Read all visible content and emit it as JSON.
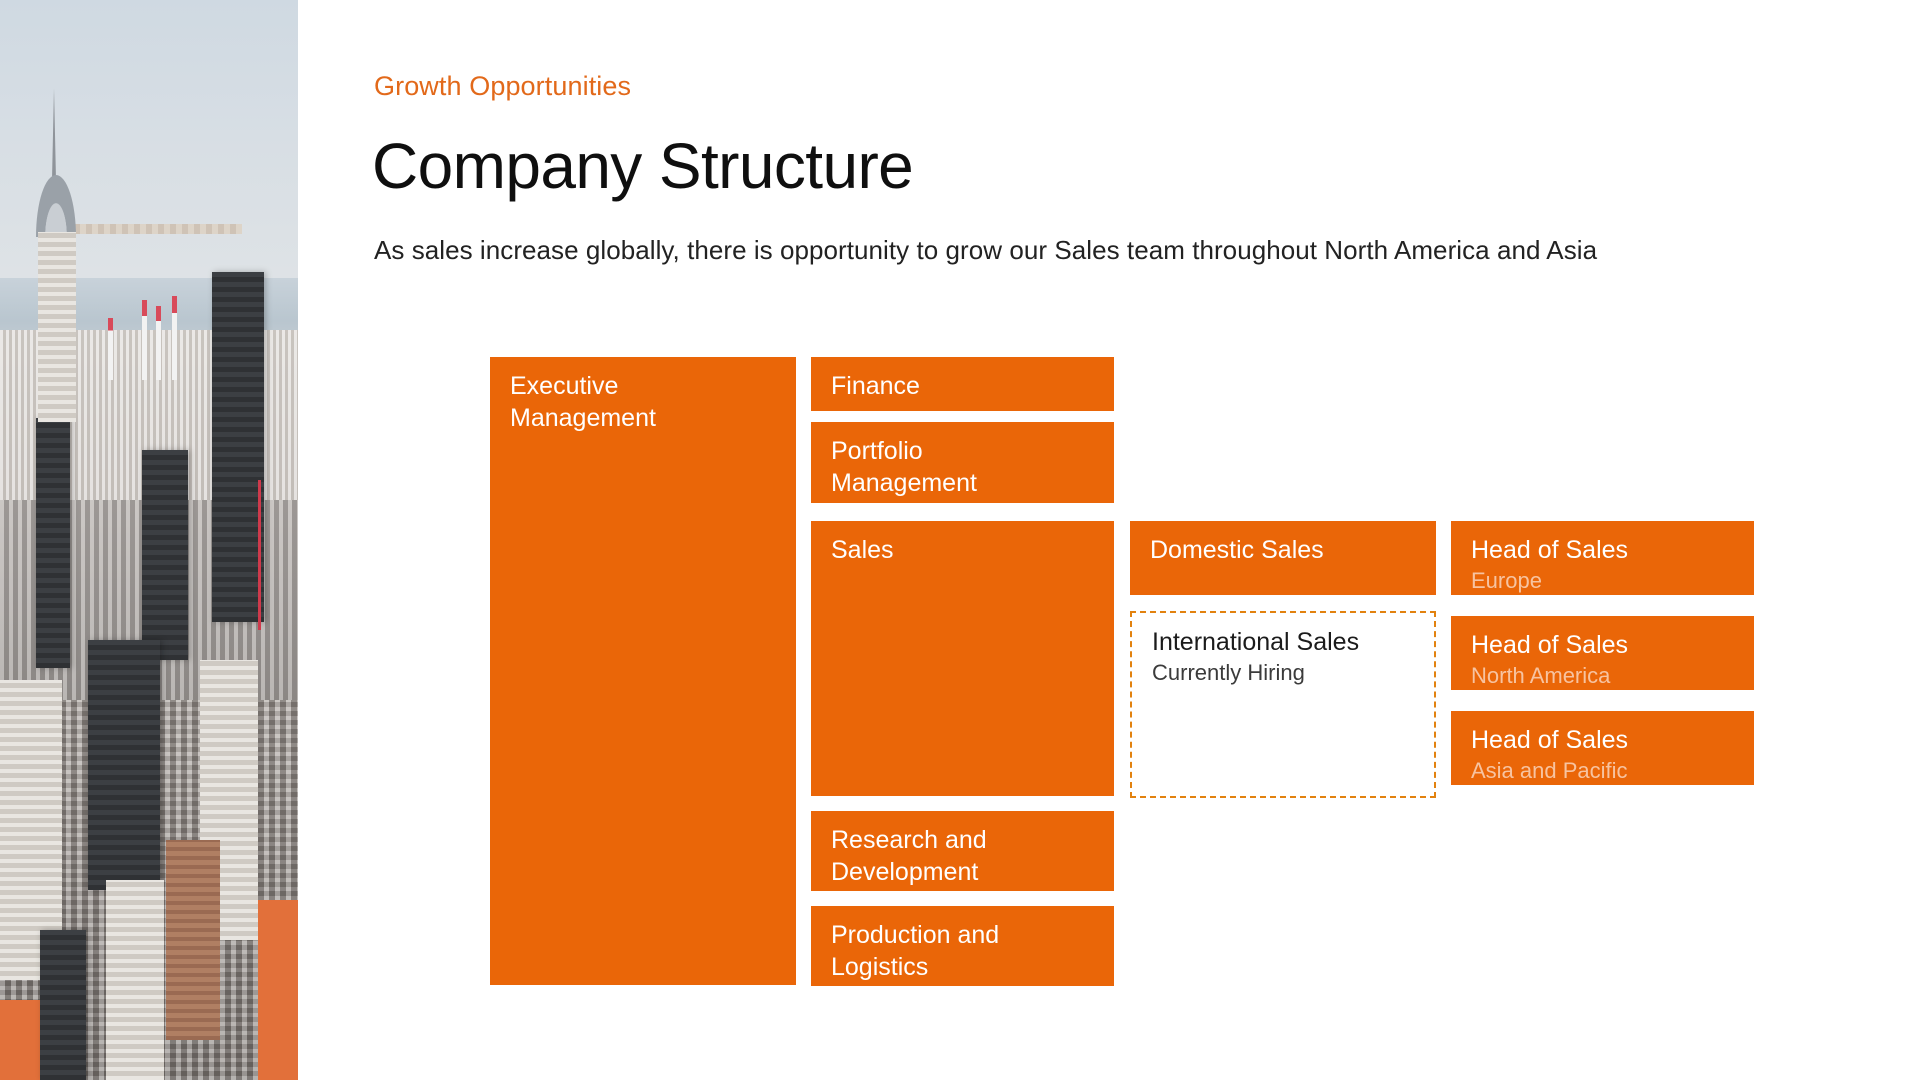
{
  "theme": {
    "accent": "#EA6608",
    "eyebrow_color": "#E2691A",
    "node_text": "#FFFFFF",
    "node_subtext": "#F7C3A0",
    "vacancy_border": "#E2820F",
    "page_background": "#FFFFFF"
  },
  "header": {
    "eyebrow": "Growth Opportunities",
    "title": "Company Structure",
    "subtitle": "As sales increase globally, there is opportunity to grow our Sales team throughout North America and Asia"
  },
  "photo": {
    "alt": "Aerial view of New York City skyline with the Chrysler Building"
  },
  "org_chart": {
    "columns": [
      {
        "name": "level-1",
        "nodes": [
          {
            "id": "exec",
            "title": "Executive\nManagement",
            "subtitle": "",
            "style": "filled"
          }
        ]
      },
      {
        "name": "level-2",
        "nodes": [
          {
            "id": "finance",
            "title": "Finance",
            "subtitle": "",
            "style": "filled"
          },
          {
            "id": "portfolio",
            "title": "Portfolio\nManagement",
            "subtitle": "",
            "style": "filled"
          },
          {
            "id": "sales",
            "title": "Sales",
            "subtitle": "",
            "style": "filled"
          },
          {
            "id": "rnd",
            "title": "Research and\nDevelopment",
            "subtitle": "",
            "style": "filled"
          },
          {
            "id": "prod",
            "title": "Production and\nLogistics",
            "subtitle": "",
            "style": "filled"
          }
        ]
      },
      {
        "name": "level-3",
        "nodes": [
          {
            "id": "domestic",
            "title": "Domestic Sales",
            "subtitle": "",
            "style": "filled"
          },
          {
            "id": "intl",
            "title": "International Sales",
            "subtitle": "Currently Hiring",
            "style": "vacancy"
          }
        ]
      },
      {
        "name": "level-4",
        "nodes": [
          {
            "id": "hos-eu",
            "title": "Head of Sales",
            "subtitle": "Europe",
            "style": "filled"
          },
          {
            "id": "hos-na",
            "title": "Head of Sales",
            "subtitle": "North America",
            "style": "filled"
          },
          {
            "id": "hos-ap",
            "title": "Head of Sales",
            "subtitle": "Asia and Pacific",
            "style": "filled"
          }
        ]
      }
    ],
    "labels": {
      "exec_line1": "Executive",
      "exec_line2": "Management",
      "finance": "Finance",
      "portfolio_line1": "Portfolio",
      "portfolio_line2": "Management",
      "sales": "Sales",
      "rnd_line1": "Research and",
      "rnd_line2": "Development",
      "prod_line1": "Production and",
      "prod_line2": "Logistics",
      "domestic": "Domestic Sales",
      "intl_title": "International Sales",
      "intl_sub": "Currently Hiring",
      "hos_title": "Head of Sales",
      "hos_eu_sub": "Europe",
      "hos_na_sub": "North America",
      "hos_ap_sub": "Asia and Pacific"
    }
  }
}
